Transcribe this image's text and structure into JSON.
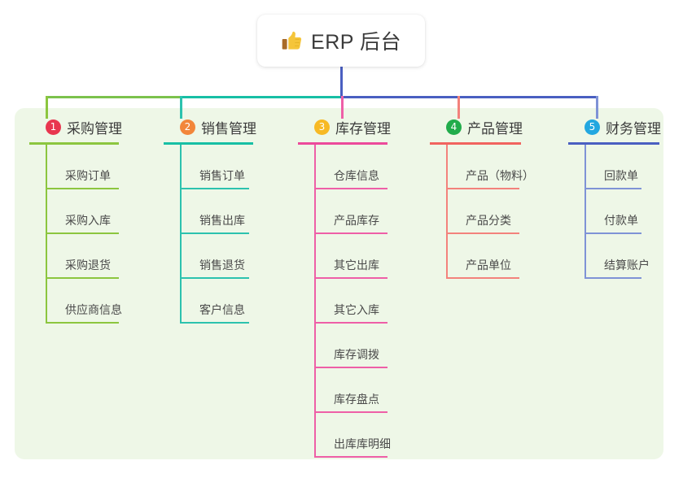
{
  "root": {
    "title": "ERP 后台",
    "icon": "thumbs-up-icon"
  },
  "panel": {
    "background": "#eef7e7"
  },
  "connector": {
    "stem_color": "#4a5fc1",
    "bar_left_color": "#7cc24c",
    "bar_mid_color": "#17bfa5",
    "bar_right_color": "#4a5fc1"
  },
  "columns": [
    {
      "number": "1",
      "title": "采购管理",
      "badge_color": "#e8364f",
      "rule_color": "#8cc63f",
      "line_color": "#8cc63f",
      "items": [
        "采购订单",
        "采购入库",
        "采购退货",
        "供应商信息"
      ]
    },
    {
      "number": "2",
      "title": "销售管理",
      "badge_color": "#f2863a",
      "rule_color": "#17bfa5",
      "line_color": "#2cc2ae",
      "items": [
        "销售订单",
        "销售出库",
        "销售退货",
        "客户信息"
      ]
    },
    {
      "number": "3",
      "title": "库存管理",
      "badge_color": "#f7b924",
      "rule_color": "#ec4a9b",
      "line_color": "#ee5fa7",
      "items": [
        "仓库信息",
        "产品库存",
        "其它出库",
        "其它入库",
        "库存调拨",
        "库存盘点",
        "出库库明细"
      ]
    },
    {
      "number": "4",
      "title": "产品管理",
      "badge_color": "#21ac4b",
      "rule_color": "#f1645f",
      "line_color": "#f3827c",
      "items": [
        "产品（物料）",
        "产品分类",
        "产品单位"
      ]
    },
    {
      "number": "5",
      "title": "财务管理",
      "badge_color": "#22a7e0",
      "rule_color": "#4a5fc1",
      "line_color": "#7f93d6",
      "items": [
        "回款单",
        "付款单",
        "结算账户"
      ]
    }
  ]
}
